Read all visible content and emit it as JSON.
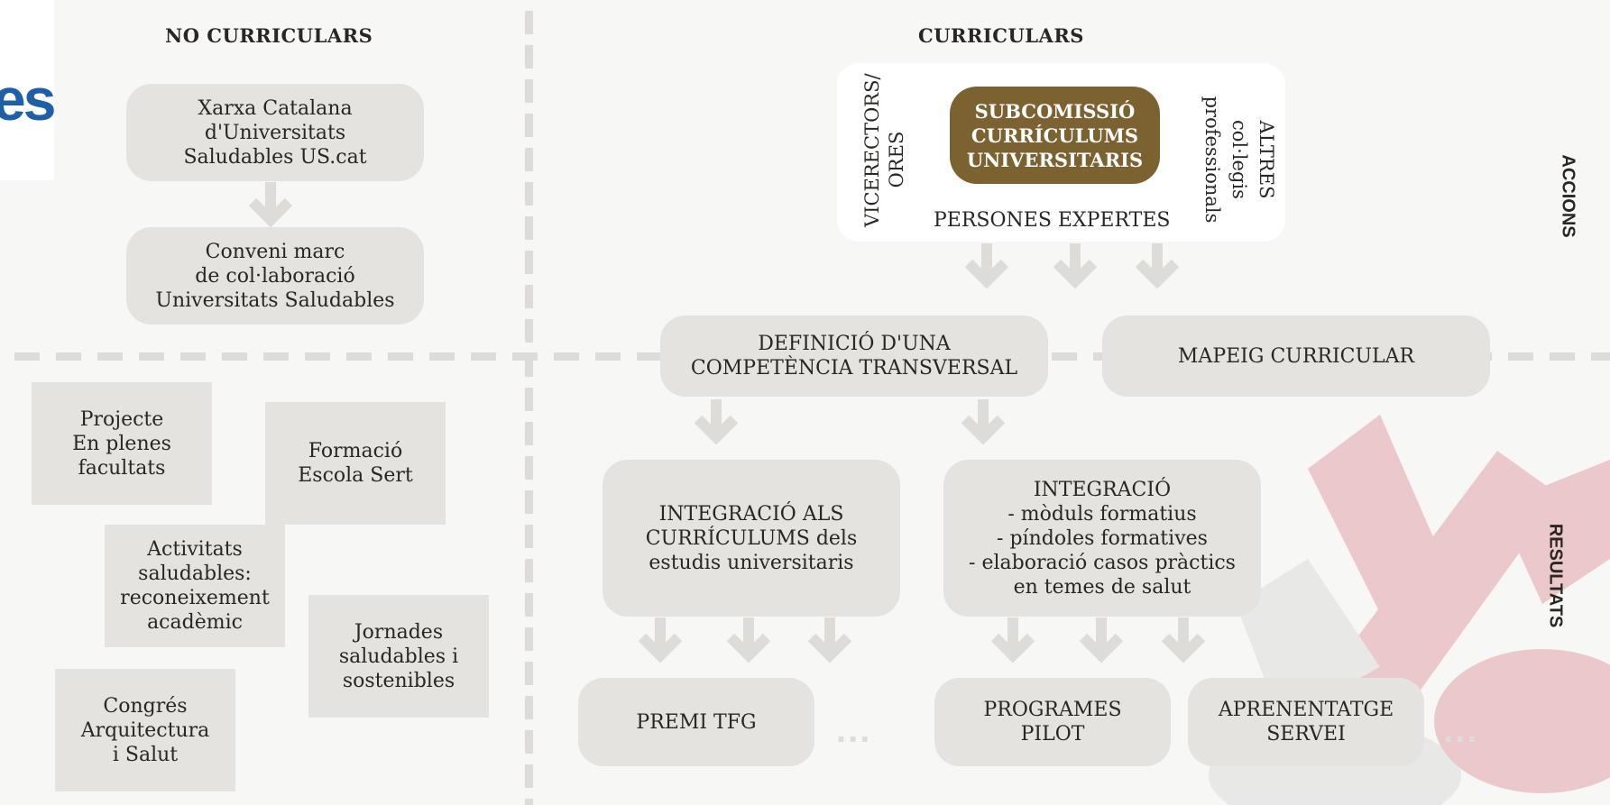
{
  "logo_fragment": "es",
  "sections": {
    "no_curriculars": "NO CURRICULARS",
    "curriculars": "CURRICULARS"
  },
  "side_labels": {
    "accions": "ACCIONS",
    "resultats": "RESULTATS"
  },
  "no_curriculars": {
    "network": "Xarxa Catalana\nd'Universitats\nSaludables US.cat",
    "agreement": "Conveni marc\nde col·laboració\nUniversitats Saludables",
    "results": [
      "Projecte\nEn plenes\nfacultats",
      "Formació\nEscola Sert",
      "Activitats\nsaludables:\nreconeixement\nacadèmic",
      "Jornades\nsaludables i\nsostenibles",
      "Congrés\nArquitectura\ni Salut"
    ]
  },
  "curriculars": {
    "left_member": "VICERECTORS/\nORES",
    "subcommission": "SUBCOMISSIÓ\nCURRÍCULUMS\nUNIVERSITARIS",
    "right_member": "ALTRES\ncol·legis\nprofessionals",
    "experts": "PERSONES EXPERTES",
    "definition": "DEFINICIÓ D'UNA\nCOMPETÈNCIA TRANSVERSAL",
    "mapping": "MAPEIG CURRICULAR",
    "integration_curricula": "INTEGRACIÓ ALS\nCURRÍCULUMS dels\nestudis universitaris",
    "integration_training": "INTEGRACIÓ\n- mòduls formatius\n- píndoles formatives\n- elaboració casos pràctics\nen temes de salut",
    "premi": "PREMI TFG",
    "programes": "PROGRAMES\nPILOT",
    "aprenentatge": "APRENENTATGE\nSERVEI",
    "ellipsis": "..."
  },
  "colors": {
    "box": "#e4e3df",
    "brown": "#7d6231",
    "arrow": "#dddcd8",
    "logo_blue": "#1e5fa8",
    "watermark_red": "#e3a3a8"
  }
}
